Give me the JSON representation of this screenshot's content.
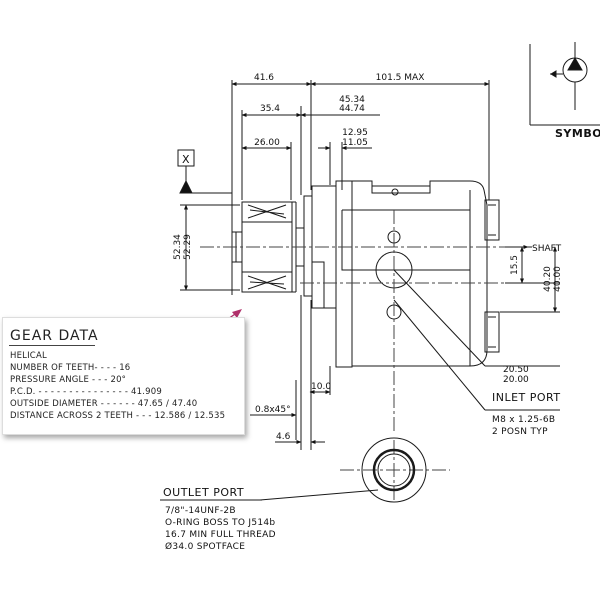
{
  "dimensions": {
    "d_41_6": "41.6",
    "d_101_5": "101.5 MAX",
    "d_35_4": "35.4",
    "d_45_34": "45.34",
    "d_44_74": "44.74",
    "d_12_95": "12.95",
    "d_11_05": "11.05",
    "d_26_00": "26.00",
    "d_52_34": "52.34",
    "d_52_29": "52.29",
    "d_15_5": "15.5",
    "d_40_20": "40.20",
    "d_40_00": "40.00",
    "d_20_50": "20.50",
    "d_20_00": "20.00",
    "d_10_0": "10.0",
    "d_chamfer": "0.8x45°",
    "d_4_6": "4.6"
  },
  "datum_label": "X",
  "shaft_label": "SHAFT",
  "symbol_label": "SYMBOL",
  "inlet_port": {
    "title": "INLET PORT",
    "line1": "M8 x 1.25-6B",
    "line2": "2 POSN TYP"
  },
  "outlet_port": {
    "title": "OUTLET PORT",
    "lines": [
      "7/8\"-14UNF-2B",
      "O-RING BOSS TO J514b",
      "16.7 MIN FULL THREAD",
      "Ø34.0 SPOTFACE"
    ]
  },
  "gear_data": {
    "title": "GEAR DATA",
    "lines": [
      "HELICAL",
      "NUMBER OF TEETH- - - - 16",
      "PRESSURE ANGLE - - - 20°",
      "P.C.D. - - - - - - - - - - - - - - - 41.909",
      "OUTSIDE DIAMETER - - - - - - 47.65 / 47.40",
      "DISTANCE ACROSS 2 TEETH - - - 12.586 / 12.535"
    ]
  },
  "colors": {
    "line": "#1a1a1a",
    "leader_arrow": "#b0306a"
  }
}
